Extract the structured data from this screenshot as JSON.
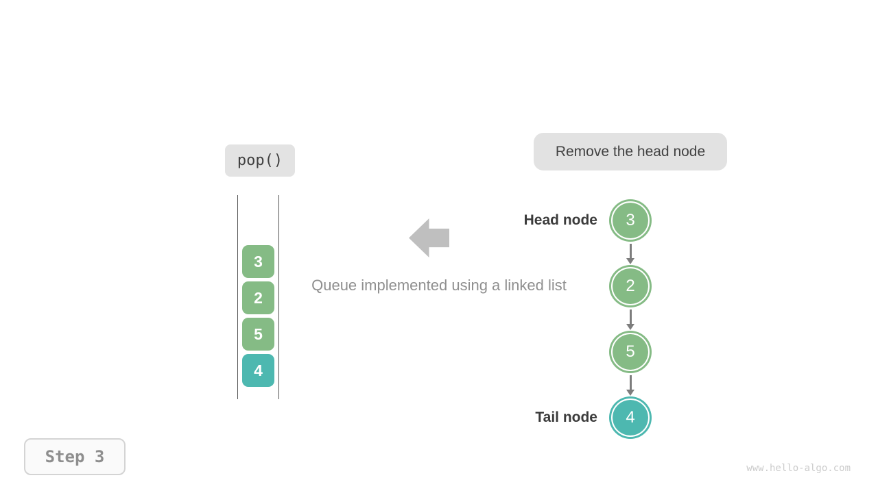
{
  "operation": {
    "label": "pop()"
  },
  "annotation": {
    "label": "Remove the head node"
  },
  "caption": {
    "label": "Queue implemented using a linked list"
  },
  "step": {
    "label": "Step 3"
  },
  "watermark": {
    "label": "www.hello-algo.com"
  },
  "colors": {
    "node_green": "#85bb85",
    "node_teal": "#4db8b0",
    "big_arrow_gray": "#bfbfbf",
    "connector_gray": "#7d7d7d"
  },
  "queue_box": {
    "items": [
      {
        "value": "3",
        "color": "#85bb85"
      },
      {
        "value": "2",
        "color": "#85bb85"
      },
      {
        "value": "5",
        "color": "#85bb85"
      },
      {
        "value": "4",
        "color": "#4db8b0"
      }
    ]
  },
  "linked_list": {
    "head_label": "Head node",
    "tail_label": "Tail node",
    "nodes": [
      {
        "value": "3",
        "color": "#85bb85"
      },
      {
        "value": "2",
        "color": "#85bb85"
      },
      {
        "value": "5",
        "color": "#85bb85"
      },
      {
        "value": "4",
        "color": "#4db8b0"
      }
    ]
  }
}
